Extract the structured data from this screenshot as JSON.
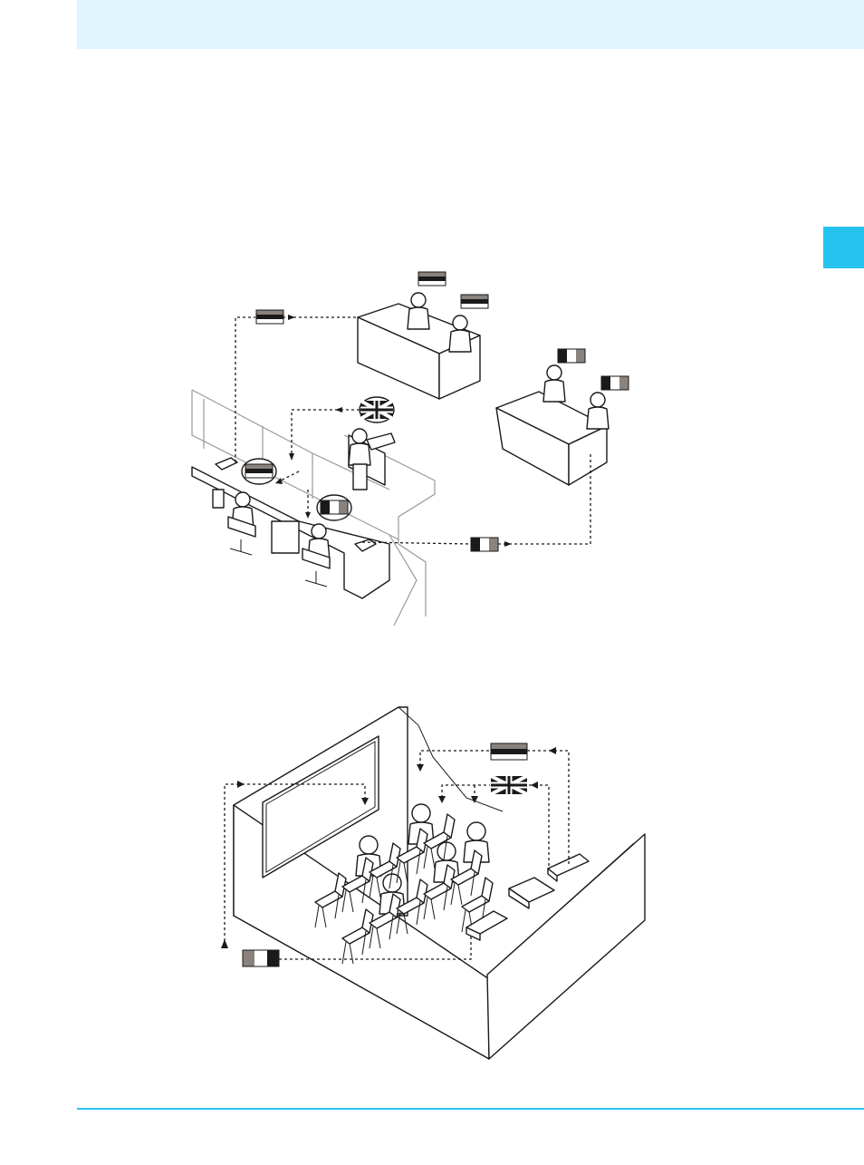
{
  "colors": {
    "header_band": "#dff5fd",
    "side_tab": "#27c3ef",
    "rule": "#27c3ef",
    "flag_dark": "#1a1a1a",
    "flag_mid": "#8a827c",
    "flag_light": "#ffffff"
  },
  "figures": [
    {
      "id": "conference-room-interpretation",
      "flags": [
        "german-flag",
        "german-flag",
        "german-flag",
        "italian-flag",
        "italian-flag",
        "italian-flag",
        "uk-flag"
      ]
    },
    {
      "id": "auditorium-listeners",
      "flags": [
        "german-flag",
        "uk-flag",
        "italian-flag"
      ]
    }
  ]
}
